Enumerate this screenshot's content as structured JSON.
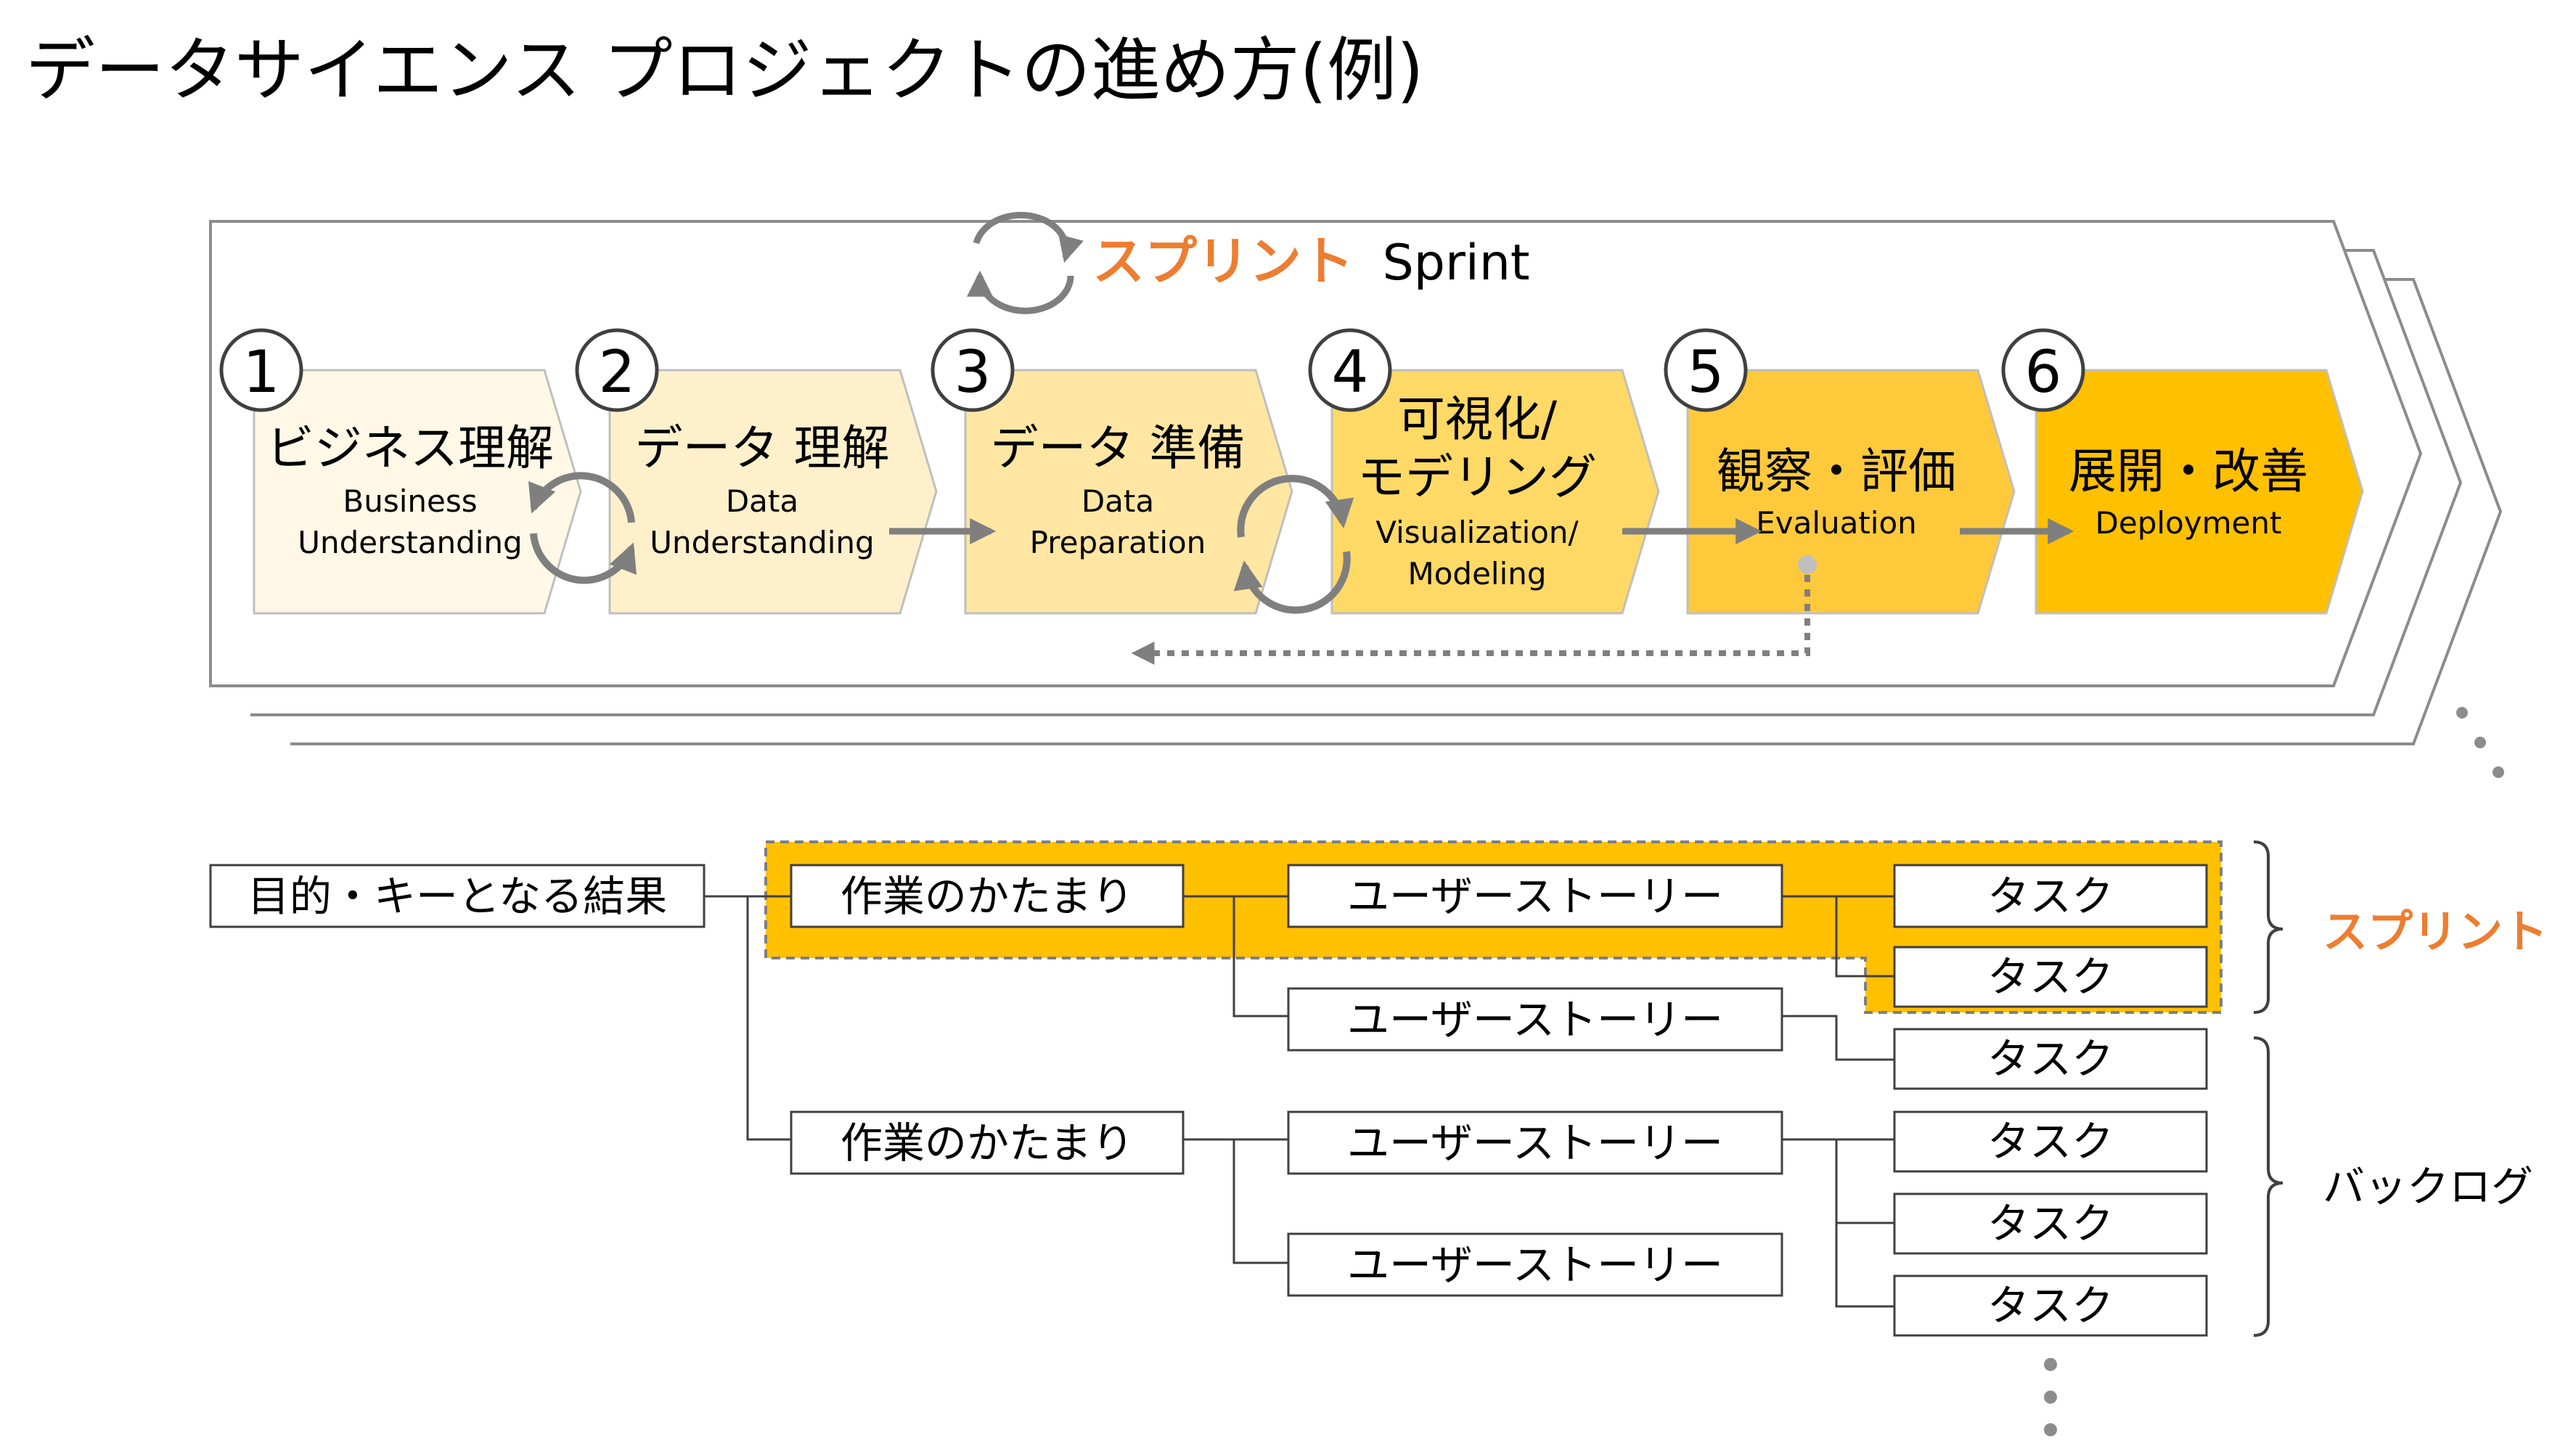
{
  "title": "データサイエンス プロジェクトの進め方(例)",
  "sprint_header": {
    "jp": "スプリント",
    "en": "Sprint"
  },
  "colors": {
    "sprint_orange": "#ED7D31",
    "step_fills": [
      "#FFF8E6",
      "#FFF0CC",
      "#FFE6A3",
      "#FFD966",
      "#FFC93C",
      "#FFC000"
    ],
    "highlight": "#FFC000",
    "frame_gray": "#8C8C8C",
    "arrow_gray": "#7F7F7F"
  },
  "steps": [
    {
      "num": "1",
      "jp": "ビジネス理解",
      "en": [
        "Business",
        "Understanding"
      ]
    },
    {
      "num": "2",
      "jp": "データ 理解",
      "en": [
        "Data",
        "Understanding"
      ]
    },
    {
      "num": "3",
      "jp": "データ 準備",
      "en": [
        "Data",
        "Preparation"
      ]
    },
    {
      "num": "4",
      "jp": [
        "可視化/",
        "モデリング"
      ],
      "en": [
        "Visualization/",
        "Modeling"
      ]
    },
    {
      "num": "5",
      "jp": "観察・評価",
      "en": [
        "Evaluation"
      ]
    },
    {
      "num": "6",
      "jp": "展開・改善",
      "en": [
        "Deployment"
      ]
    }
  ],
  "backlog": {
    "root": "目的・キーとなる結果",
    "epic_label": "作業のかたまり",
    "story_label": "ユーザーストーリー",
    "task_label": "タスク",
    "sprint_bracket_label": "スプリント",
    "backlog_bracket_label": "バックログ"
  }
}
